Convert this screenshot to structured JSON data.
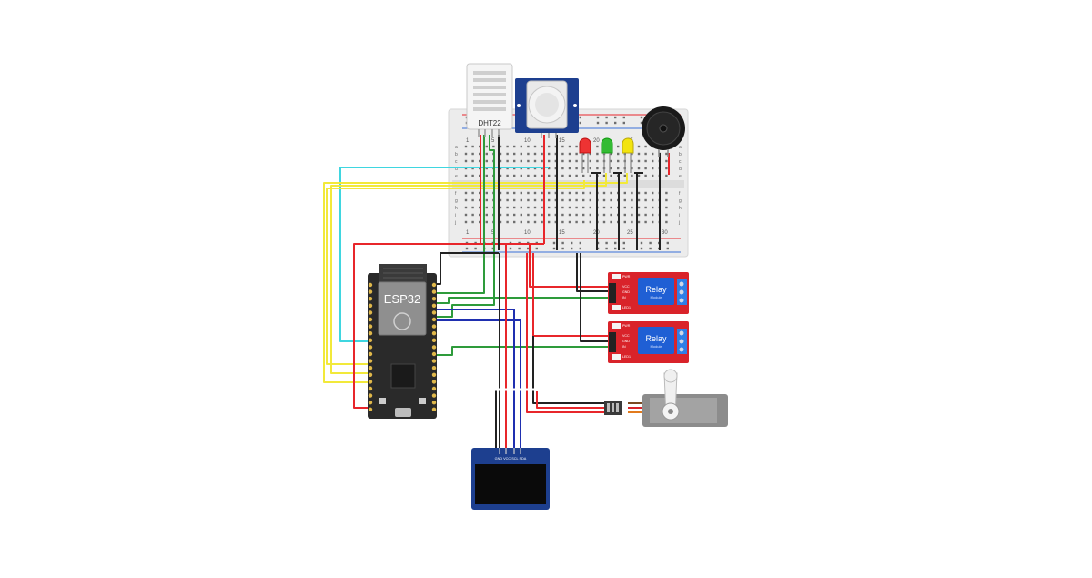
{
  "breadboard": {
    "col_numbers": [
      "1",
      "5",
      "10",
      "15",
      "20",
      "25",
      "30"
    ],
    "row_letters_top": [
      "a",
      "b",
      "c",
      "d",
      "e"
    ],
    "row_letters_bottom": [
      "f",
      "g",
      "h",
      "i",
      "j"
    ]
  },
  "dht22": {
    "label": "DHT22"
  },
  "esp32": {
    "label": "ESP32"
  },
  "relay_top": {
    "title": "Relay",
    "subtitle": "Module",
    "pins": [
      "PWR",
      "VCC",
      "GND",
      "IN",
      "LED1"
    ]
  },
  "relay_bottom": {
    "title": "Relay",
    "subtitle": "Module",
    "pins": [
      "PWR",
      "VCC",
      "GND",
      "IN",
      "LED1"
    ]
  },
  "oled": {
    "pin_labels": "GND VCC SCL SDA"
  },
  "colors": {
    "wire_red": "#e8262b",
    "wire_black": "#222222",
    "wire_green": "#2e9b3b",
    "wire_blue": "#1f2fb0",
    "wire_cyan": "#3fd6e0",
    "wire_yellow": "#f2e93a",
    "relay_board": "#d9232a",
    "relay_cube": "#1f5fd4",
    "esp32_board": "#2a2a2a",
    "oled_board": "#1d3f8f"
  },
  "icons": [
    "led-red",
    "led-green",
    "led-yellow",
    "buzzer",
    "pir-sensor",
    "servo-motor",
    "dht22-sensor",
    "oled-display",
    "relay-module",
    "esp32-board"
  ]
}
